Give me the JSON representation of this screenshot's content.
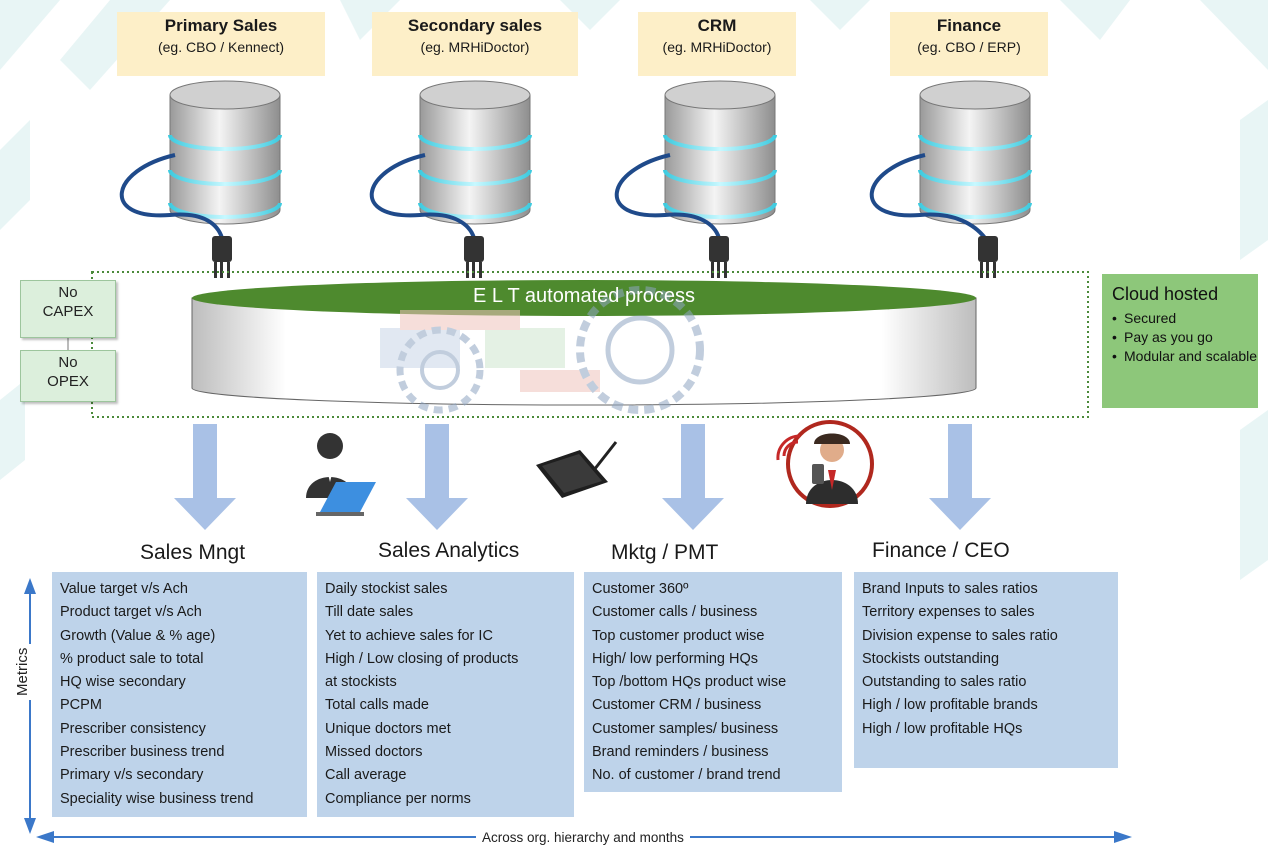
{
  "sources": [
    {
      "title": "Primary Sales",
      "subtitle": "(eg. CBO / Kennect)"
    },
    {
      "title": "Secondary sales",
      "subtitle": "(eg. MRHiDoctor)"
    },
    {
      "title": "CRM",
      "subtitle": "(eg. MRHiDoctor)"
    },
    {
      "title": "Finance",
      "subtitle": "(eg. CBO / ERP)"
    }
  ],
  "process": {
    "label": "E L T automated process"
  },
  "notes": {
    "capex": "No CAPEX",
    "opex": "No OPEX"
  },
  "cloud": {
    "title": "Cloud hosted",
    "items": [
      "Secured",
      "Pay as you go",
      "Modular and scalable"
    ]
  },
  "departments": [
    {
      "title": "Sales Mngt",
      "metrics": [
        "Value target v/s Ach",
        "Product  target v/s Ach",
        "Growth  (Value & % age)",
        "% product sale to total",
        "HQ wise secondary",
        "PCPM",
        "Prescriber consistency",
        "Prescriber business trend",
        "Primary v/s secondary",
        "Speciality wise business trend"
      ]
    },
    {
      "title": "Sales Analytics",
      "metrics": [
        "Daily stockist sales",
        "Till date sales",
        "Yet to achieve sales for IC",
        "High / Low closing of products",
        "at stockists",
        "Total calls made",
        "Unique doctors met",
        "Missed doctors",
        "Call average",
        "Compliance per norms"
      ]
    },
    {
      "title": "Mktg / PMT",
      "metrics": [
        "Customer 360º",
        "Customer calls / business",
        "Top customer product wise",
        "High/ low performing HQs",
        "Top /bottom  HQs product  wise",
        "Customer CRM / business",
        "Customer samples/ business",
        "Brand reminders / business",
        "No. of customer / brand trend"
      ]
    },
    {
      "title": "Finance / CEO",
      "metrics": [
        "Brand Inputs to sales ratios",
        "Territory expenses to sales",
        "Division expense to sales ratio",
        "Stockists outstanding",
        "Outstanding to sales ratio",
        "High / low profitable brands",
        "High / low profitable HQs"
      ]
    }
  ],
  "axis": {
    "vertical_label": "Metrics",
    "horizontal_label": "Across org. hierarchy and months"
  },
  "colors": {
    "accent_green": "#8dc77a",
    "metric_box": "#bed3ea",
    "source_label": "#fdefc8",
    "arrow_blue": "#a9c1e6",
    "axis_blue": "#3b78c9"
  },
  "icons": [
    "database-icon",
    "plug-icon",
    "gear-icon",
    "user-laptop-icon",
    "tablet-pen-icon",
    "mobile-salesman-icon",
    "double-arrow-icon"
  ]
}
